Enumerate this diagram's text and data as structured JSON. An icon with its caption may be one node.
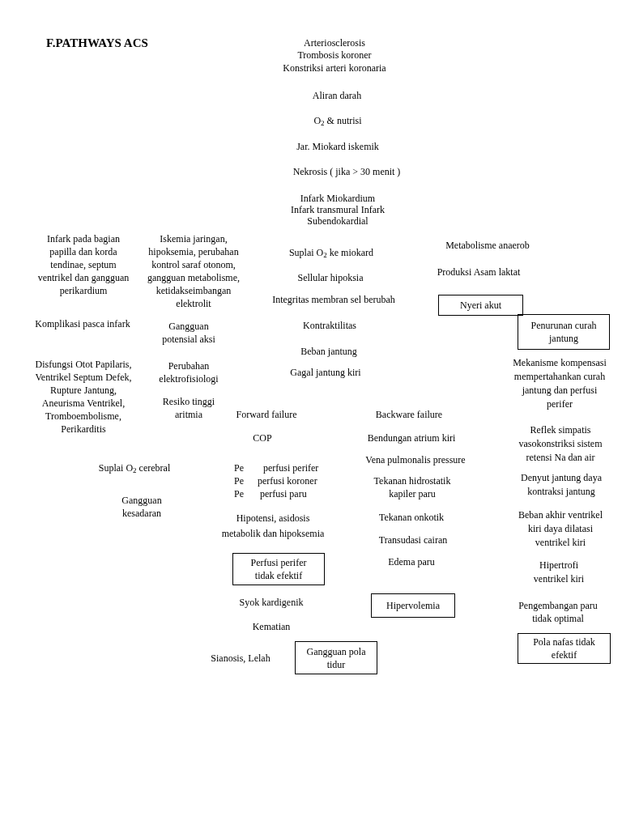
{
  "diagram": {
    "title": "F.PATHWAYS ACS",
    "nodes": [
      {
        "text": [
          "Nyeri akut"
        ]
      },
      {
        "text": [
          "Penurunan curah jantung"
        ]
      },
      {
        "text": [
          "Perfusi perifer tidak efektif"
        ]
      },
      {
        "text": [
          "Hipervolemia"
        ]
      },
      {
        "text": [
          "Gangguan pola tidur"
        ]
      },
      {
        "text": [
          "Pola nafas tidak efektif"
        ]
      }
    ],
    "labels": [
      "Arteriosclerosis",
      "Trombosis koroner",
      "Konstriksi arteri koronaria",
      "Aliran darah",
      "O$_{2}$ & nutrisi",
      "Jar. Miokard iskemik",
      "Nekrosis ( jika > 30 menit )",
      "Infark Miokardium",
      "Infark transmural Infark",
      "Subendokardial",
      "Infark pada bagian papilla dan korda tendinae, septum ventrikel dan gangguan perikardium",
      "Iskemia jaringan, hipoksemia, perubahan kontrol saraf otonom, gangguan metabolisme, ketidakseimbangan elektrolit",
      "Suplai O$_{2}$ ke miokard",
      "Metabolisme anaerob",
      "Produksi Asam laktat",
      "Sellular hipoksia",
      "Integritas membran sel berubah",
      "Komplikasi pasca infark",
      "Gangguan potensial aksi",
      "Kontraktilitas",
      "Beban jantung",
      "Disfungsi Otot Papilaris, Ventrikel Septum Defek, Rupture Jantung, Aneurisma Ventrikel, Tromboembolisme, Perikarditis",
      "Perubahan elektrofisiologi",
      "Gagal jantung kiri",
      "Resiko tinggi aritmia",
      "Forward failure",
      "Backware failure",
      "COP",
      "Bendungan atrium kiri",
      "Suplai O$_{2}$ cerebral",
      "Pe",
      "perfusi perifer",
      "Vena pulmonalis pressure",
      "Pe",
      "perfusi koroner",
      "Tekanan hidrostatik kapiler paru",
      "Pe",
      "perfusi paru",
      "Gangguan kesadaran",
      "Tekanan onkotik",
      "Hipotensi, asidosis metabolik dan hipoksemia",
      "Transudasi cairan",
      "Edema paru",
      "Syok kardigenik",
      "Kematian",
      "Sianosis, Lelah",
      "Mekanisme kompensasi mempertahankan curah jantung dan perfusi perifer",
      "Reflek simpatis vasokonstriksi sistem retensi Na dan air",
      "Denyut jantung daya kontraksi jantung",
      "Beban akhir ventrikel kiri daya dilatasi ventrikel kiri",
      "Hipertrofi ventrikel kiri",
      "Pengembangan paru tidak optimal"
    ]
  }
}
